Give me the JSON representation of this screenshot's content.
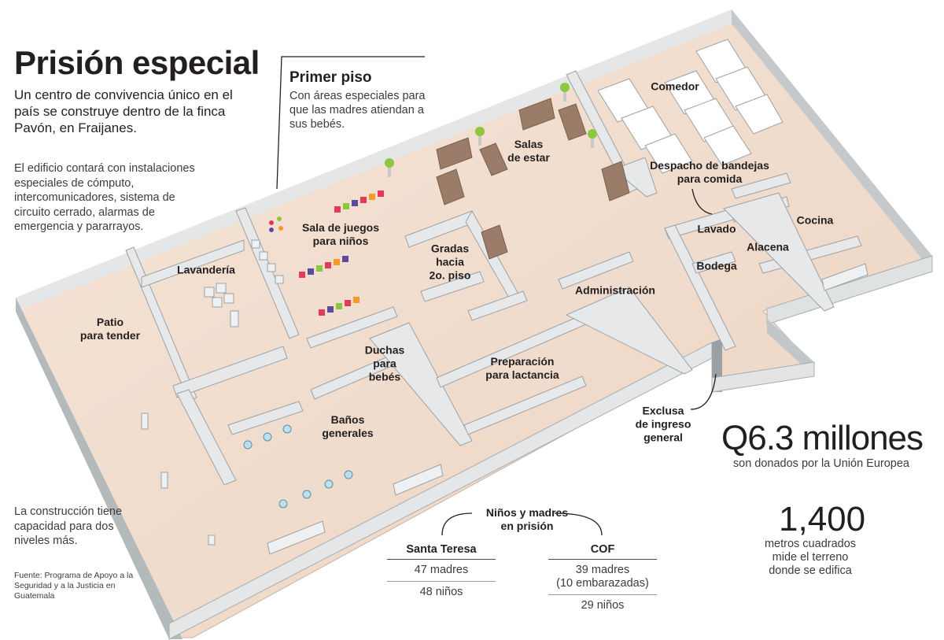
{
  "header": {
    "title": "Prisión especial",
    "intro": "Un centro de convivencia único en el país se construye dentro de la finca Pavón, en Fraijanes.",
    "description": "El edificio contará con instalaciones especiales de cómputo, intercomunicadores, sistema de circuito cerrado, alarmas de emergencia y pararrayos."
  },
  "notes": {
    "capacity": "La construcción tiene capacidad para dos niveles más.",
    "source": "Fuente: Programa de Apoyo a la Seguridad y a la Justicia en Guatemala"
  },
  "floor": {
    "title": "Primer piso",
    "description": "Con áreas especiales para que las madres atiendan a sus bebés."
  },
  "rooms": {
    "comedor": "Comedor",
    "salas": "Salas\nde estar",
    "despacho": "Despacho de bandejas\npara comida",
    "cocina": "Cocina",
    "lavado": "Lavado",
    "alacena": "Alacena",
    "bodega": "Bodega",
    "juegos": "Sala de juegos\npara niños",
    "gradas": "Gradas\nhacia\n2o. piso",
    "lavanderia": "Lavandería",
    "administracion": "Administración",
    "patio": "Patio\npara tender",
    "duchas": "Duchas\npara\nbebés",
    "lactancia": "Preparación\npara lactancia",
    "banos": "Baños\ngenerales",
    "exclusa": "Exclusa\nde ingreso\ngeneral"
  },
  "funding": {
    "amount": "Q6.3 millones",
    "text": "son donados por la Unión Europea"
  },
  "area": {
    "value": "1,400",
    "text": "metros cuadrados mide el terreno donde se edifica"
  },
  "stats": {
    "title": "Niños y madres\nen prisión",
    "santa_teresa": {
      "name": "Santa Teresa",
      "values": [
        "47 madres",
        "48 niños"
      ]
    },
    "cof": {
      "name": "COF",
      "values": [
        "39 madres\n(10 embarazadas)",
        "29 niños"
      ]
    }
  },
  "colors": {
    "floor": "#f0dccd",
    "wall_top": "#e5e7e8",
    "wall_side": "#9aa0a4",
    "furniture": "#9b7c68",
    "text": "#231f20"
  }
}
